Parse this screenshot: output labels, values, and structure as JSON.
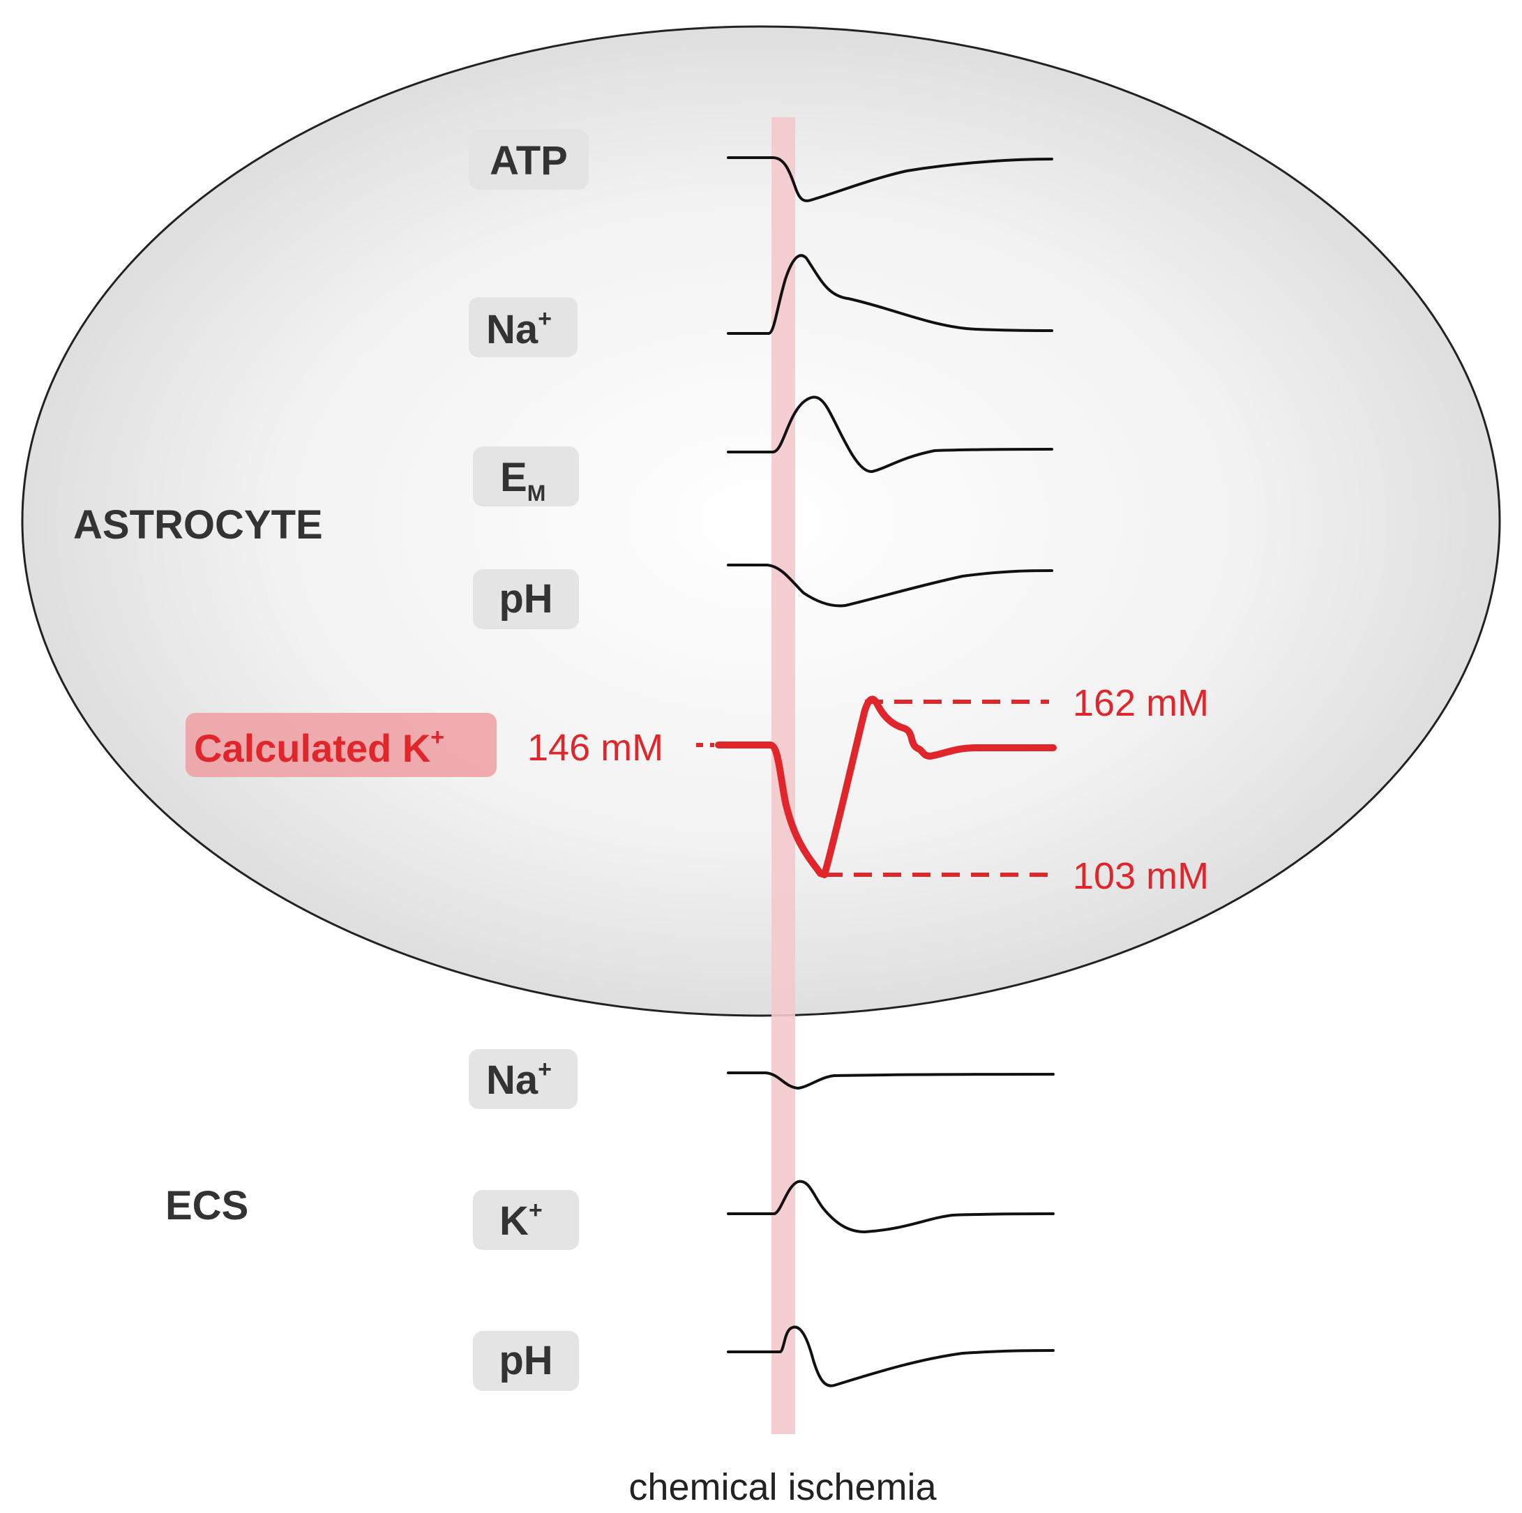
{
  "regions": {
    "astrocyte": "ASTROCYTE",
    "ecs": "ECS"
  },
  "astrocyte_labels": {
    "atp": "ATP",
    "na_base": "Na",
    "na_sup": "+",
    "em_base": "E",
    "em_sub": "M",
    "ph": "pH",
    "calc_k_base": "Calculated K",
    "calc_k_sup": "+"
  },
  "ecs_labels": {
    "na_base": "Na",
    "na_sup": "+",
    "k_base": "K",
    "k_sup": "+",
    "ph": "pH"
  },
  "k_annotations": {
    "baseline": "146 mM",
    "peak": "162 mM",
    "trough": "103 mM"
  },
  "event_label": "chemical ischemia",
  "colors": {
    "trace": "#111111",
    "highlight_red": "#e0262b",
    "event_band": "#f3c9cc",
    "label_bg": "#e8e8e8",
    "calc_label_bg": "#ee9da1",
    "cell_fill_center": "#ffffff",
    "cell_fill_edge": "#dcdcdc"
  }
}
